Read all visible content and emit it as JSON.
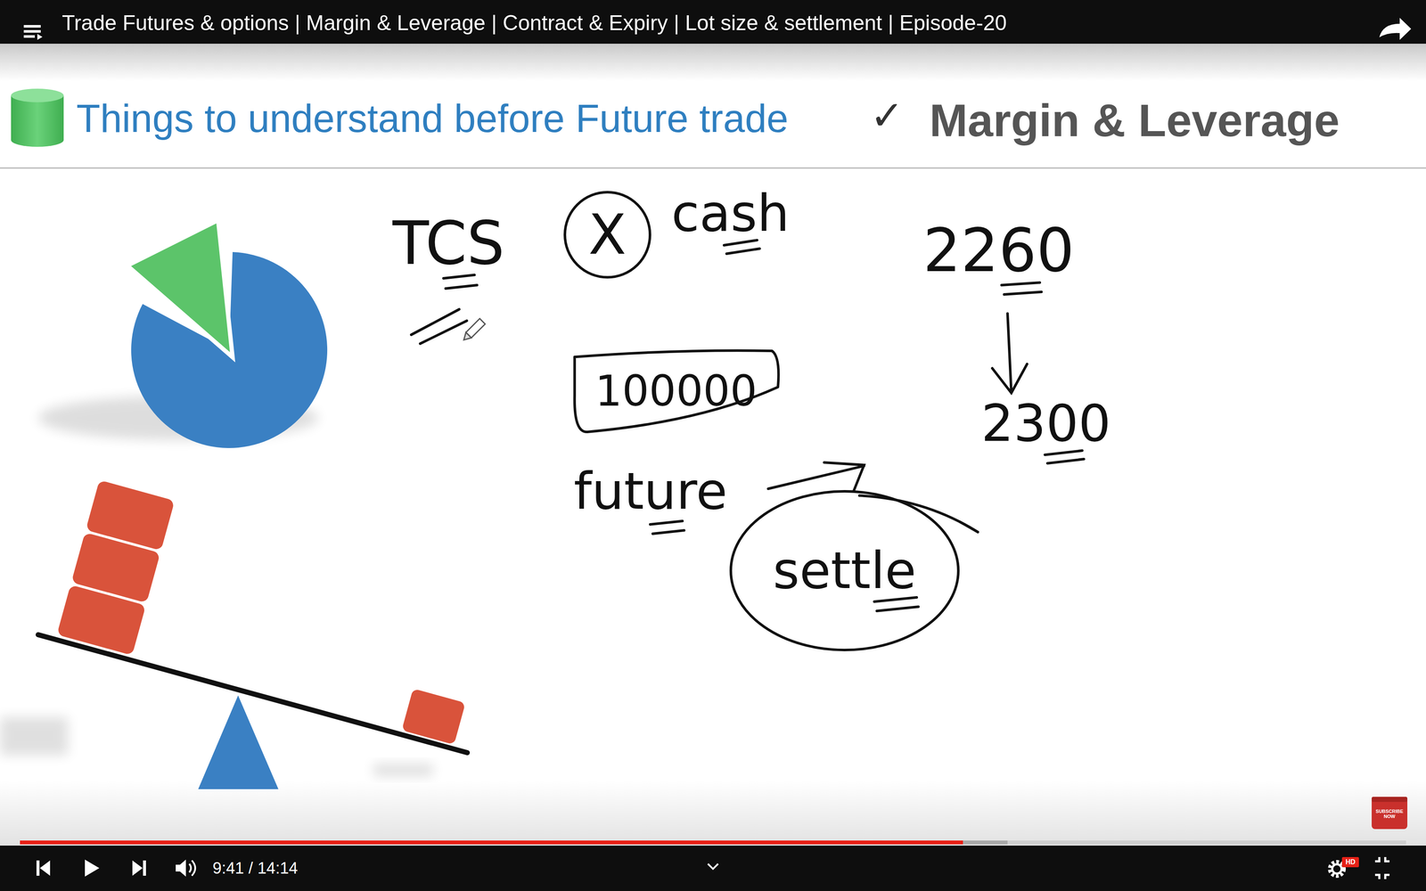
{
  "diagram": {
    "title": "Things to understand before Future trade",
    "nodes": [
      {
        "text": [
          "X"
        ]
      },
      {
        "text": [
          "100000"
        ]
      },
      {
        "text": [
          "settle"
        ]
      }
    ],
    "labels": [
      "Trade Futures & options | Margin & Leverage | Contract & Expiry | Lot size & settlement | Episode-20",
      "✓",
      "Margin & Leverage",
      "TCS",
      "cash",
      "2260",
      "2300",
      "future",
      "9:41 / 14:14",
      "HD",
      "SUBSCRIBE NOW"
    ]
  }
}
